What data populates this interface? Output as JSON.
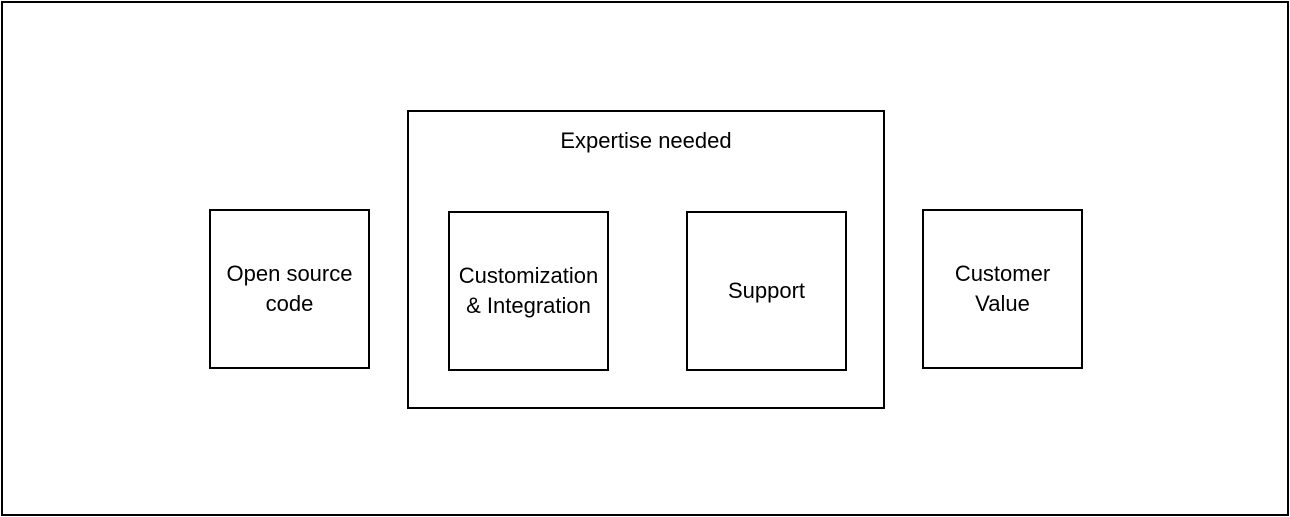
{
  "diagram": {
    "group": {
      "title": "Expertise needed"
    },
    "nodes": {
      "open_source": "Open source\ncode",
      "customization": "Customization\n& Integration",
      "support": "Support",
      "customer_value": "Customer\nValue"
    },
    "colors": {
      "stroke": "#000000",
      "fill": "#ffffff",
      "text": "#000000"
    }
  }
}
